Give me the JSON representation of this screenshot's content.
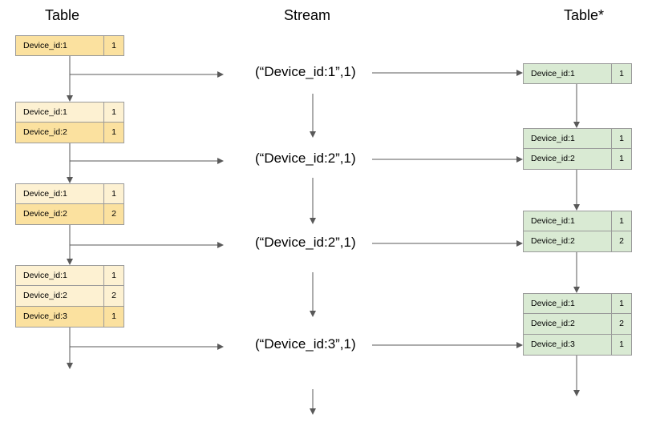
{
  "headers": {
    "left": "Table",
    "middle": "Stream",
    "right": "Table*"
  },
  "colors": {
    "changed_row": "#fbe19f",
    "unchanged_row": "#fdf1d2",
    "green_row": "#d9ead3",
    "arrow": "#595959"
  },
  "left_tables": [
    {
      "rows": [
        {
          "key": "Device_id:1",
          "value": "1",
          "changed": true
        }
      ]
    },
    {
      "rows": [
        {
          "key": "Device_id:1",
          "value": "1",
          "changed": false
        },
        {
          "key": "Device_id:2",
          "value": "1",
          "changed": true
        }
      ]
    },
    {
      "rows": [
        {
          "key": "Device_id:1",
          "value": "1",
          "changed": false
        },
        {
          "key": "Device_id:2",
          "value": "2",
          "changed": true
        }
      ]
    },
    {
      "rows": [
        {
          "key": "Device_id:1",
          "value": "1",
          "changed": false
        },
        {
          "key": "Device_id:2",
          "value": "2",
          "changed": false
        },
        {
          "key": "Device_id:3",
          "value": "1",
          "changed": true
        }
      ]
    }
  ],
  "stream_records": [
    "(“Device_id:1”,1)",
    "(“Device_id:2”,1)",
    "(“Device_id:2”,1)",
    "(“Device_id:3”,1)"
  ],
  "right_tables": [
    {
      "rows": [
        {
          "key": "Device_id:1",
          "value": "1"
        }
      ]
    },
    {
      "rows": [
        {
          "key": "Device_id:1",
          "value": "1"
        },
        {
          "key": "Device_id:2",
          "value": "1"
        }
      ]
    },
    {
      "rows": [
        {
          "key": "Device_id:1",
          "value": "1"
        },
        {
          "key": "Device_id:2",
          "value": "2"
        }
      ]
    },
    {
      "rows": [
        {
          "key": "Device_id:1",
          "value": "1"
        },
        {
          "key": "Device_id:2",
          "value": "2"
        },
        {
          "key": "Device_id:3",
          "value": "1"
        }
      ]
    }
  ]
}
